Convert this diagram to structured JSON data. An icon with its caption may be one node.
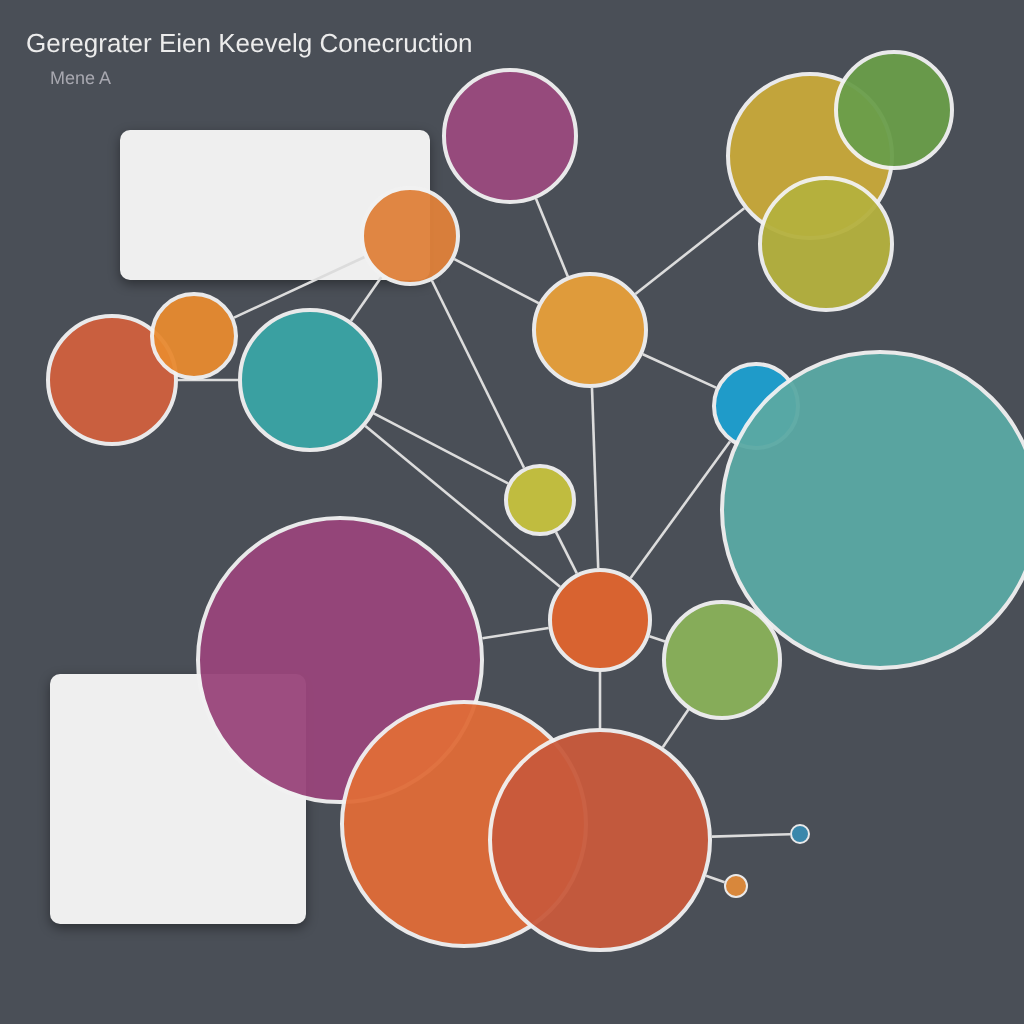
{
  "diagram": {
    "title": "Geregrater Eien Keevelg Conecruction",
    "nodes": [
      {
        "text": [],
        "shape": "circle"
      },
      {
        "text": [],
        "shape": "circle"
      },
      {
        "text": [],
        "shape": "circle"
      },
      {
        "text": [],
        "shape": "circle"
      },
      {
        "text": [],
        "shape": "circle"
      },
      {
        "text": [],
        "shape": "circle"
      },
      {
        "text": [],
        "shape": "circle"
      },
      {
        "text": [],
        "shape": "circle"
      },
      {
        "text": [],
        "shape": "circle"
      },
      {
        "text": [],
        "shape": "circle"
      },
      {
        "text": [],
        "shape": "circle"
      },
      {
        "text": [],
        "shape": "circle"
      },
      {
        "text": [],
        "shape": "circle"
      },
      {
        "text": [],
        "shape": "circle"
      },
      {
        "text": [],
        "shape": "circle"
      },
      {
        "text": [],
        "shape": "circle"
      },
      {
        "text": [],
        "shape": "circle"
      },
      {
        "text": [],
        "shape": "circle"
      },
      {
        "text": [],
        "shape": "circle"
      }
    ],
    "edges": [
      {
        "from": 13,
        "to": 11,
        "arrow": "none"
      },
      {
        "from": 13,
        "to": 4,
        "arrow": "none"
      },
      {
        "from": 11,
        "to": 1,
        "arrow": "none"
      },
      {
        "from": 5,
        "to": 0,
        "arrow": "none"
      },
      {
        "from": 13,
        "to": 5,
        "arrow": "none"
      },
      {
        "from": 13,
        "to": 6,
        "arrow": "none"
      },
      {
        "from": 13,
        "to": 14,
        "arrow": "none"
      },
      {
        "from": 13,
        "to": 16,
        "arrow": "none"
      },
      {
        "from": 13,
        "to": 12,
        "arrow": "none"
      },
      {
        "from": 1,
        "to": 4,
        "arrow": "none"
      },
      {
        "from": 1,
        "to": 5,
        "arrow": "none"
      },
      {
        "from": 5,
        "to": 6,
        "arrow": "none"
      },
      {
        "from": 5,
        "to": 7,
        "arrow": "none"
      },
      {
        "from": 11,
        "to": 4,
        "arrow": "none"
      },
      {
        "from": 14,
        "to": 16,
        "arrow": "none"
      },
      {
        "from": 16,
        "to": 17,
        "arrow": "none"
      },
      {
        "from": 16,
        "to": 18,
        "arrow": "none"
      },
      {
        "from": 2,
        "to": 4,
        "arrow": "none"
      },
      {
        "from": 3,
        "to": 1,
        "arrow": "none"
      }
    ],
    "labels": [
      "Mene A"
    ]
  }
}
